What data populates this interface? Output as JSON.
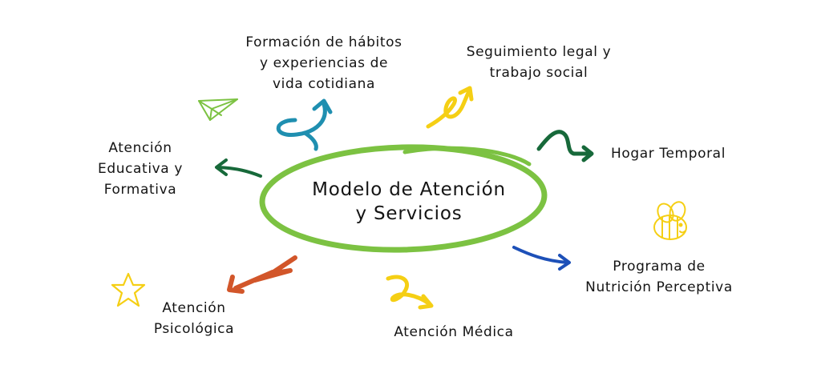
{
  "center": {
    "line1": "Modelo de Atención",
    "line2": "y Servicios"
  },
  "nodes": {
    "formacion": {
      "line1": "Formación de hábitos",
      "line2": "y experiencias de",
      "line3": "vida cotidiana"
    },
    "seguimiento": {
      "line1": "Seguimiento legal y",
      "line2": "trabajo social"
    },
    "hogar": {
      "line1": "Hogar Temporal"
    },
    "educativa": {
      "line1": "Atención",
      "line2": "Educativa y",
      "line3": "Formativa"
    },
    "nutricion": {
      "line1": "Programa de",
      "line2": "Nutrición Perceptiva"
    },
    "psicologica": {
      "line1": "Atención",
      "line2": "Psicológica"
    },
    "medica": {
      "line1": "Atención Médica"
    }
  },
  "colors": {
    "ellipse": "#7cc242",
    "teal": "#1f8fb0",
    "yellow": "#f5cf14",
    "dark_green": "#17693a",
    "blue": "#1d50b8",
    "orange": "#d2562a",
    "light_green": "#7cc242"
  },
  "icons": [
    "paper-plane-icon",
    "star-icon",
    "bee-icon"
  ]
}
